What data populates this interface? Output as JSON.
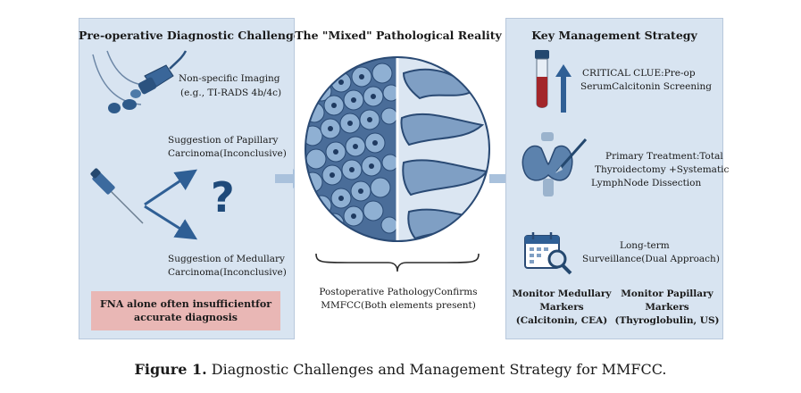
{
  "left": {
    "title": "Pre-operative Diagnostic Challenge",
    "imaging_line1": "Non-specific Imaging",
    "imaging_line2": "(e.g.,   TI-RADS 4b/4c)",
    "papillary_line1": "Suggestion of Papillary",
    "papillary_line2": "Carcinoma(Inconclusive)",
    "question_mark": "?",
    "medullary_line1": "Suggestion of Medullary",
    "medullary_line2": "Carcinoma(Inconclusive)",
    "warning_line1": "FNA alone often insufficientfor",
    "warning_line2": "accurate diagnosis"
  },
  "middle": {
    "title": "The \"Mixed\" Pathological Reality",
    "confirm_line1": "Postoperative PathologyConfirms",
    "confirm_line2": "MMFCC(Both elements present)"
  },
  "right": {
    "title": "Key Management Strategy",
    "clue_line1": "CRITICAL CLUE:Pre-op",
    "clue_line2": "SerumCalcitonin Screening",
    "treatment_line1": "Primary Treatment:Total",
    "treatment_line2": "Thyroidectomy +Systematic",
    "treatment_line3": "LymphNode Dissection",
    "surveillance_line1": "Long-term",
    "surveillance_line2": "Surveillance(Dual Approach)",
    "med_line1": "Monitor Medullary",
    "med_line2": "Markers",
    "med_line3": "(Calcitonin, CEA)",
    "pap_line1": "Monitor Papillary",
    "pap_line2": "Markers",
    "pap_line3": "(Thyroglobulin, US)"
  },
  "caption": {
    "label": "Figure 1.",
    "text": " Diagnostic Challenges and Management Strategy for MMFCC."
  },
  "colors": {
    "panel_bg": "#d8e4f1",
    "arrow_blue": "#2f5f95",
    "warning_bg": "#e9b7b5",
    "tube_red": "#a3262a"
  }
}
